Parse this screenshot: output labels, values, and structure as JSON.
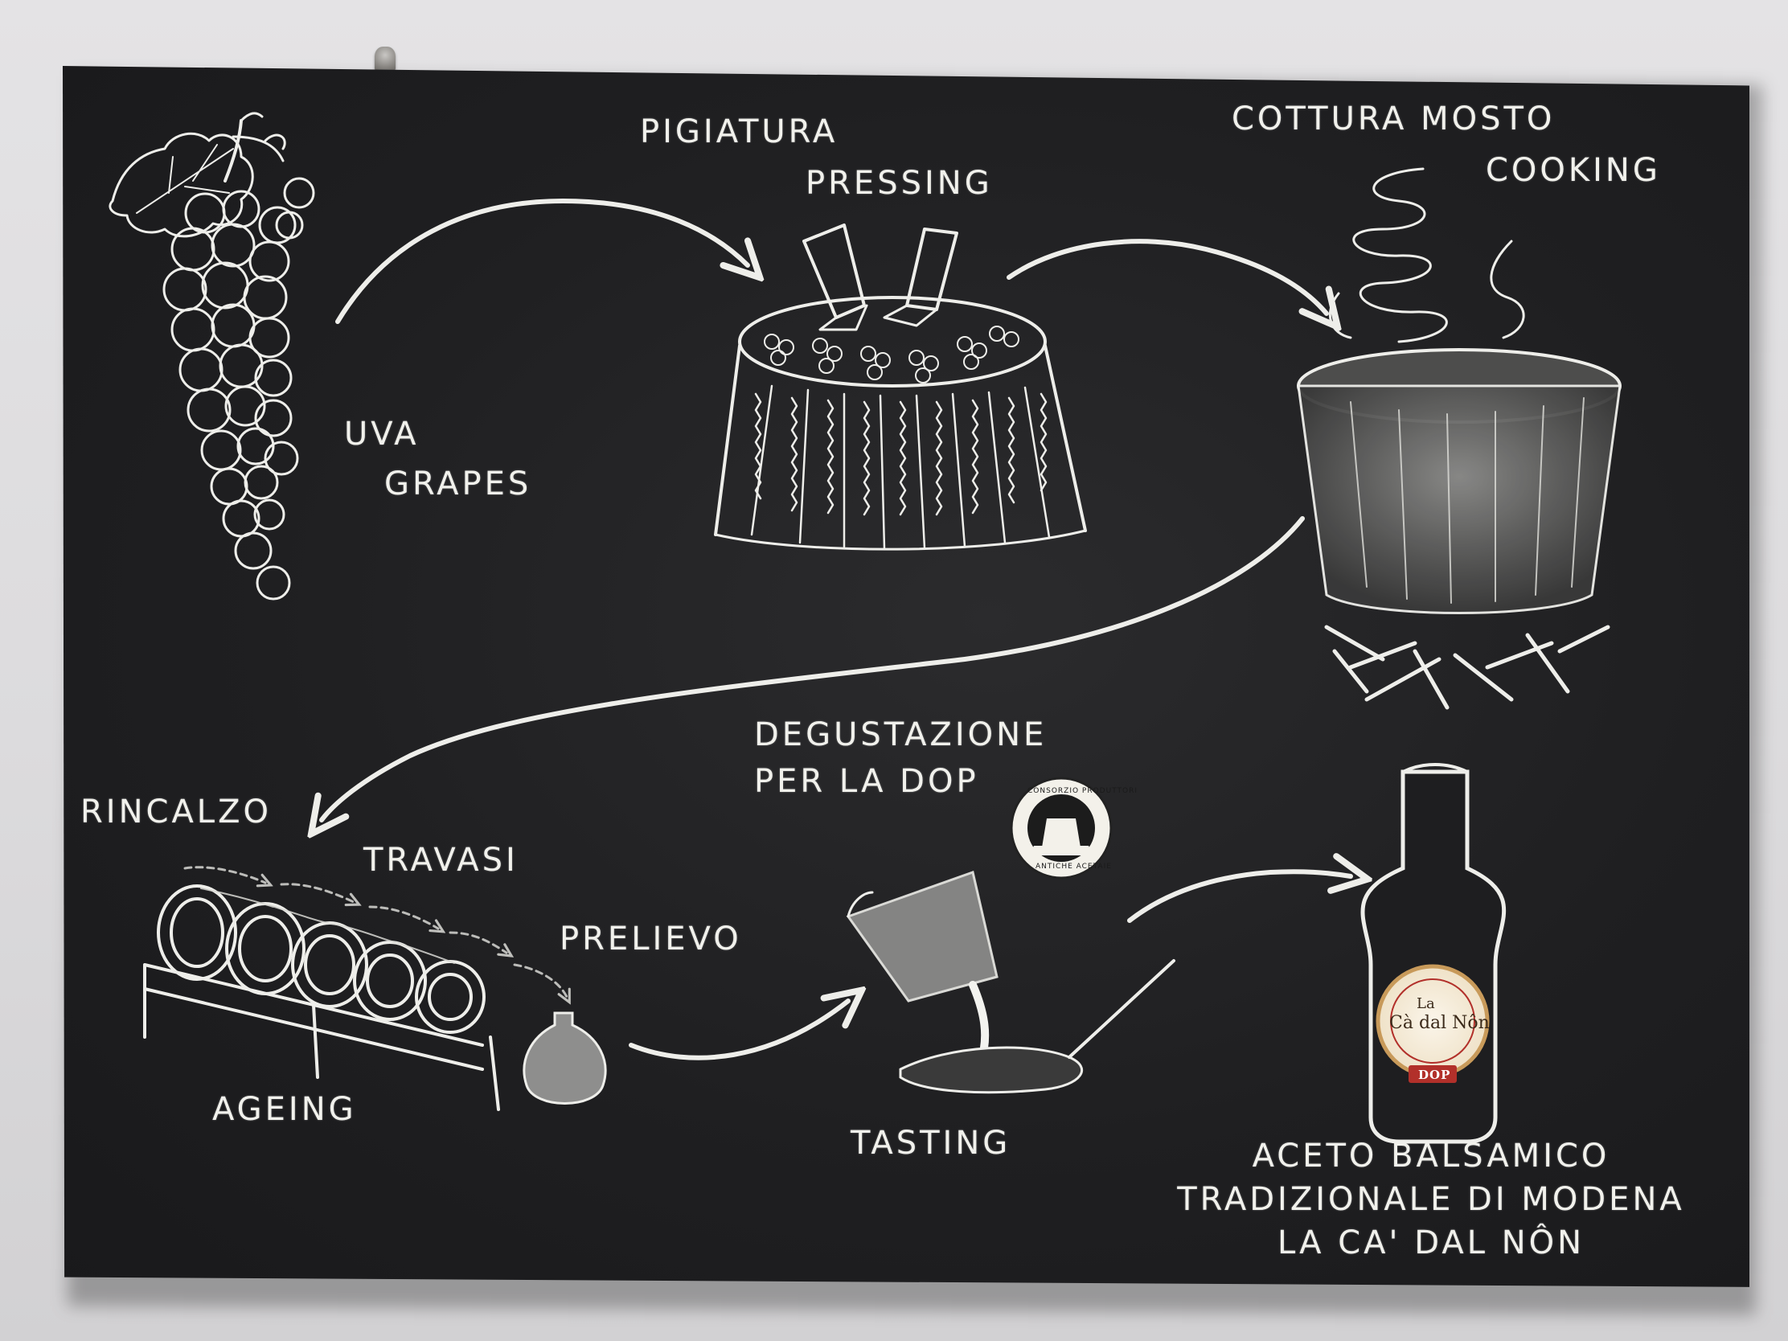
{
  "steps": {
    "grapes": {
      "line1": "UVA",
      "line2": "GRAPES"
    },
    "pressing": {
      "line1": "PIGIATURA",
      "line2": "PRESSING"
    },
    "cooking": {
      "line1": "COTTURA MOSTO",
      "line2": "COOKING"
    },
    "tasting_dop": {
      "line1": "DEGUSTAZIONE",
      "line2": "PER LA DOP"
    },
    "rincalzo": "RINCALZO",
    "travasi": "TRAVASI",
    "prelievo": "PRELIEVO",
    "ageing": "AGEING",
    "tasting": "TASTING"
  },
  "product": {
    "line1": "ACETO BALSAMICO",
    "line2": "TRADIZIONALE DI MODENA",
    "line3": "LA CA' DAL NÔN"
  },
  "stamp": {
    "top_text": "CONSORZIO PRODUTTORI",
    "bottom_text": "ANTICHE ACETAIE"
  },
  "bottle_label": {
    "brand": "Cà dal Nôn",
    "brand_prefix": "La",
    "badge": "DOP"
  },
  "colors": {
    "board": "#1f1f21",
    "chalk": "#eeeeea",
    "wall": "#e0dfe1",
    "label_gold": "#c89a5a",
    "label_red": "#b2302a"
  }
}
